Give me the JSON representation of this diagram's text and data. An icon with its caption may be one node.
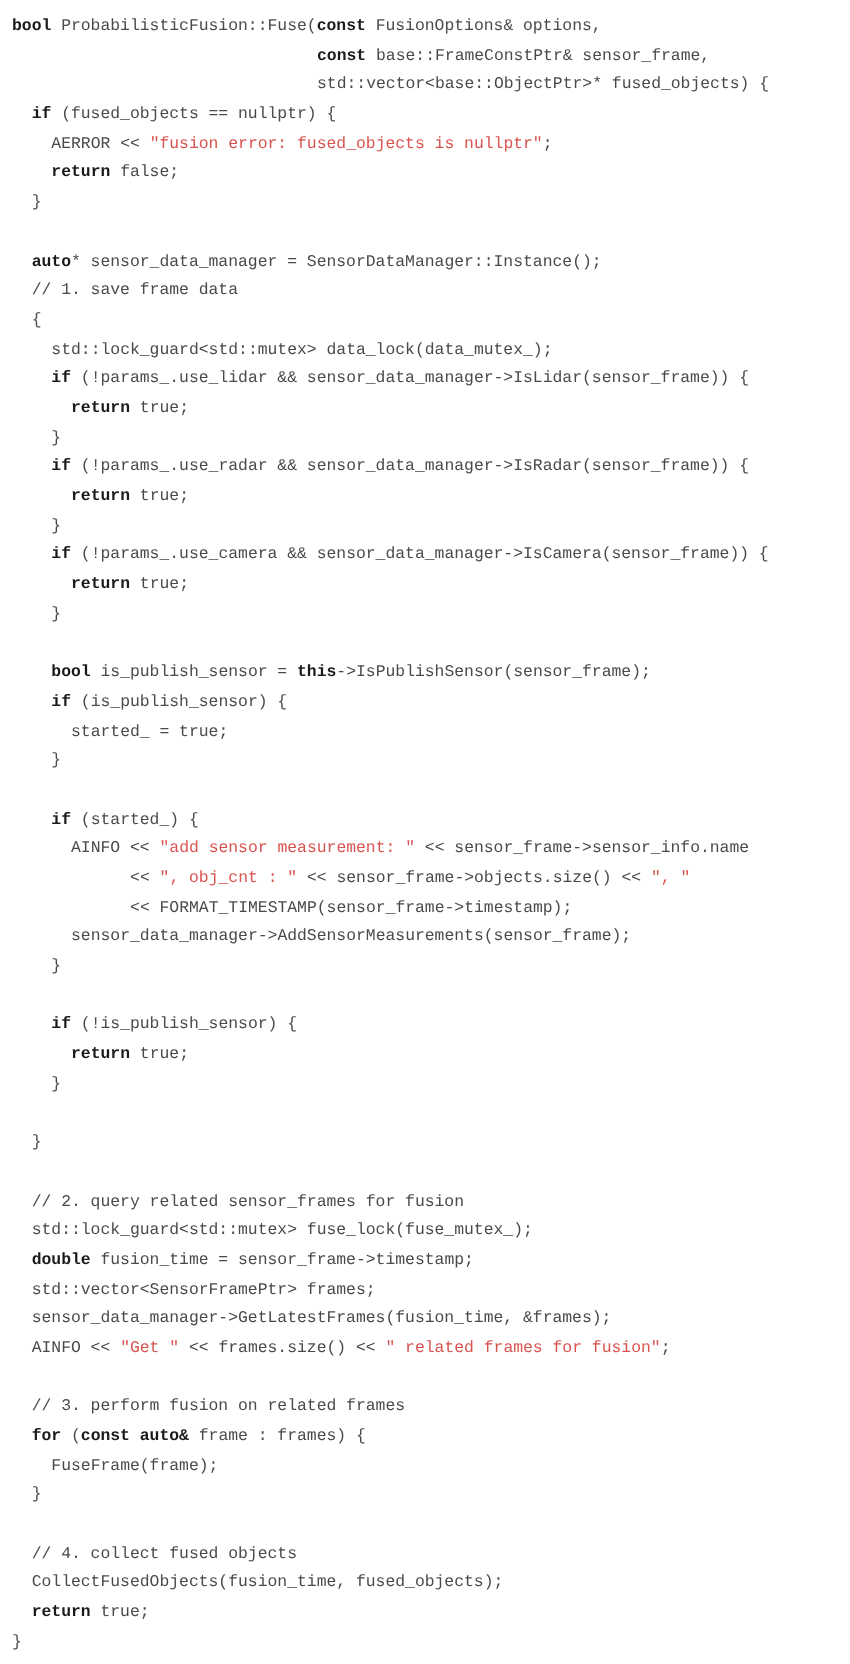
{
  "diagram": {
    "labels": [
      "**bool** ProbabilisticFusion::Fuse(**const** FusionOptions& options,",
      "**const** base::FrameConstPtr& sensor_frame,",
      "std::vector<base::ObjectPtr>* fused_objects) {",
      "**if** (fused_objects == nullptr) {",
      "AERROR << \"fusion error: fused_objects is nullptr\";",
      "**return** false;",
      "}",
      "**auto*** sensor_data_manager = SensorDataManager::Instance();",
      "// 1. save frame data",
      "{",
      "std::lock_guard<std::mutex> data_lock(data_mutex_);",
      "**if** (!params_.use_lidar && sensor_data_manager->IsLidar(sensor_frame)) {",
      "**return** true;",
      "}",
      "**if** (!params_.use_radar && sensor_data_manager->IsRadar(sensor_frame)) {",
      "**return** true;",
      "}",
      "**if** (!params_.use_camera && sensor_data_manager->IsCamera(sensor_frame)) {",
      "**return** true;",
      "}",
      "**bool** is_publish_sensor = **this**->IsPublishSensor(sensor_frame);",
      "**if** (is_publish_sensor) {",
      "started_ = true;",
      "}",
      "**if** (started_) {",
      "AINFO << \"add sensor measurement: \" << sensor_frame->sensor_info.name",
      "<< \", obj_cnt : \" << sensor_frame->objects.size() << \", \"",
      "<< FORMAT_TIMESTAMP(sensor_frame->timestamp);",
      "sensor_data_manager->AddSensorMeasurements(sensor_frame);",
      "}",
      "**if** (!is_publish_sensor) {",
      "**return** true;",
      "}",
      "}",
      "// 2. query related sensor_frames for fusion",
      "std::lock_guard<std::mutex> fuse_lock(fuse_mutex_);",
      "**double** fusion_time = sensor_frame->timestamp;",
      "std::vector<SensorFramePtr> frames;",
      "sensor_data_manager->GetLatestFrames(fusion_time, &frames);",
      "AINFO << \"Get \" << frames.size() << \" related frames for fusion\";",
      "// 3. perform fusion on related frames",
      "**for** (**const auto&** frame : frames) {",
      "FuseFrame(frame);",
      "}",
      "// 4. collect fused objects",
      "CollectFusedObjects(fusion_time, fused_objects);",
      "**return** true;",
      "}"
    ]
  }
}
